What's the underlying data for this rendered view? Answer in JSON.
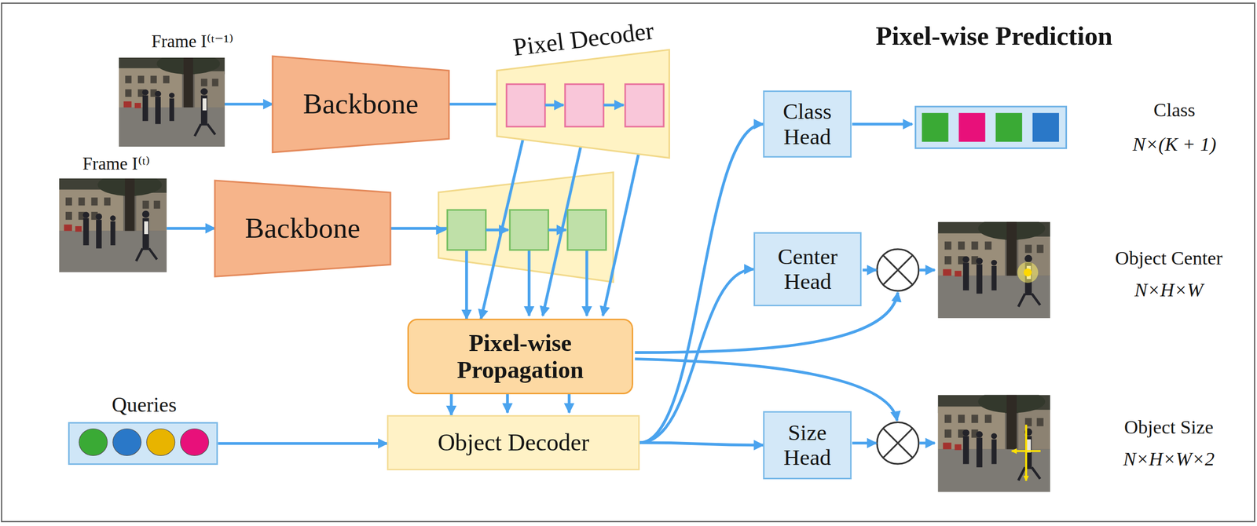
{
  "diagram": {
    "nodes": [
      {
        "text": [
          "Frame I⁽ᵗ⁻¹⁾"
        ]
      },
      {
        "text": [
          "Backbone"
        ]
      },
      {
        "text": [
          "Pixel Decoder"
        ]
      },
      {
        "text": [
          "Frame I⁽ᵗ⁾"
        ]
      },
      {
        "text": [
          "Backbone"
        ]
      },
      {
        "text": [
          "Pixel-wise Propagation"
        ]
      },
      {
        "text": [
          "Queries"
        ]
      },
      {
        "text": [
          "Object Decoder"
        ]
      },
      {
        "text": [
          "Class Head"
        ]
      },
      {
        "text": [
          "Center Head"
        ]
      },
      {
        "text": [
          "Size Head"
        ]
      }
    ],
    "edges": [
      {
        "from": 0,
        "to": 1,
        "arrow": "to"
      },
      {
        "from": 1,
        "to": 2,
        "arrow": "to"
      },
      {
        "from": 3,
        "to": 4,
        "arrow": "to"
      },
      {
        "from": 4,
        "to": 5,
        "arrow": "to"
      },
      {
        "from": 2,
        "to": 5,
        "arrow": "to"
      },
      {
        "from": 5,
        "to": 7,
        "arrow": "to"
      },
      {
        "from": 6,
        "to": 7,
        "arrow": "to"
      },
      {
        "from": 7,
        "to": 8,
        "arrow": "to"
      },
      {
        "from": 7,
        "to": 9,
        "arrow": "to"
      },
      {
        "from": 7,
        "to": 10,
        "arrow": "to"
      }
    ],
    "labels": [
      "Pixel-wise Prediction",
      "Class",
      "N×(K + 1)",
      "Object Center",
      "N×H×W",
      "Object Size",
      "N×H×W×2"
    ]
  }
}
